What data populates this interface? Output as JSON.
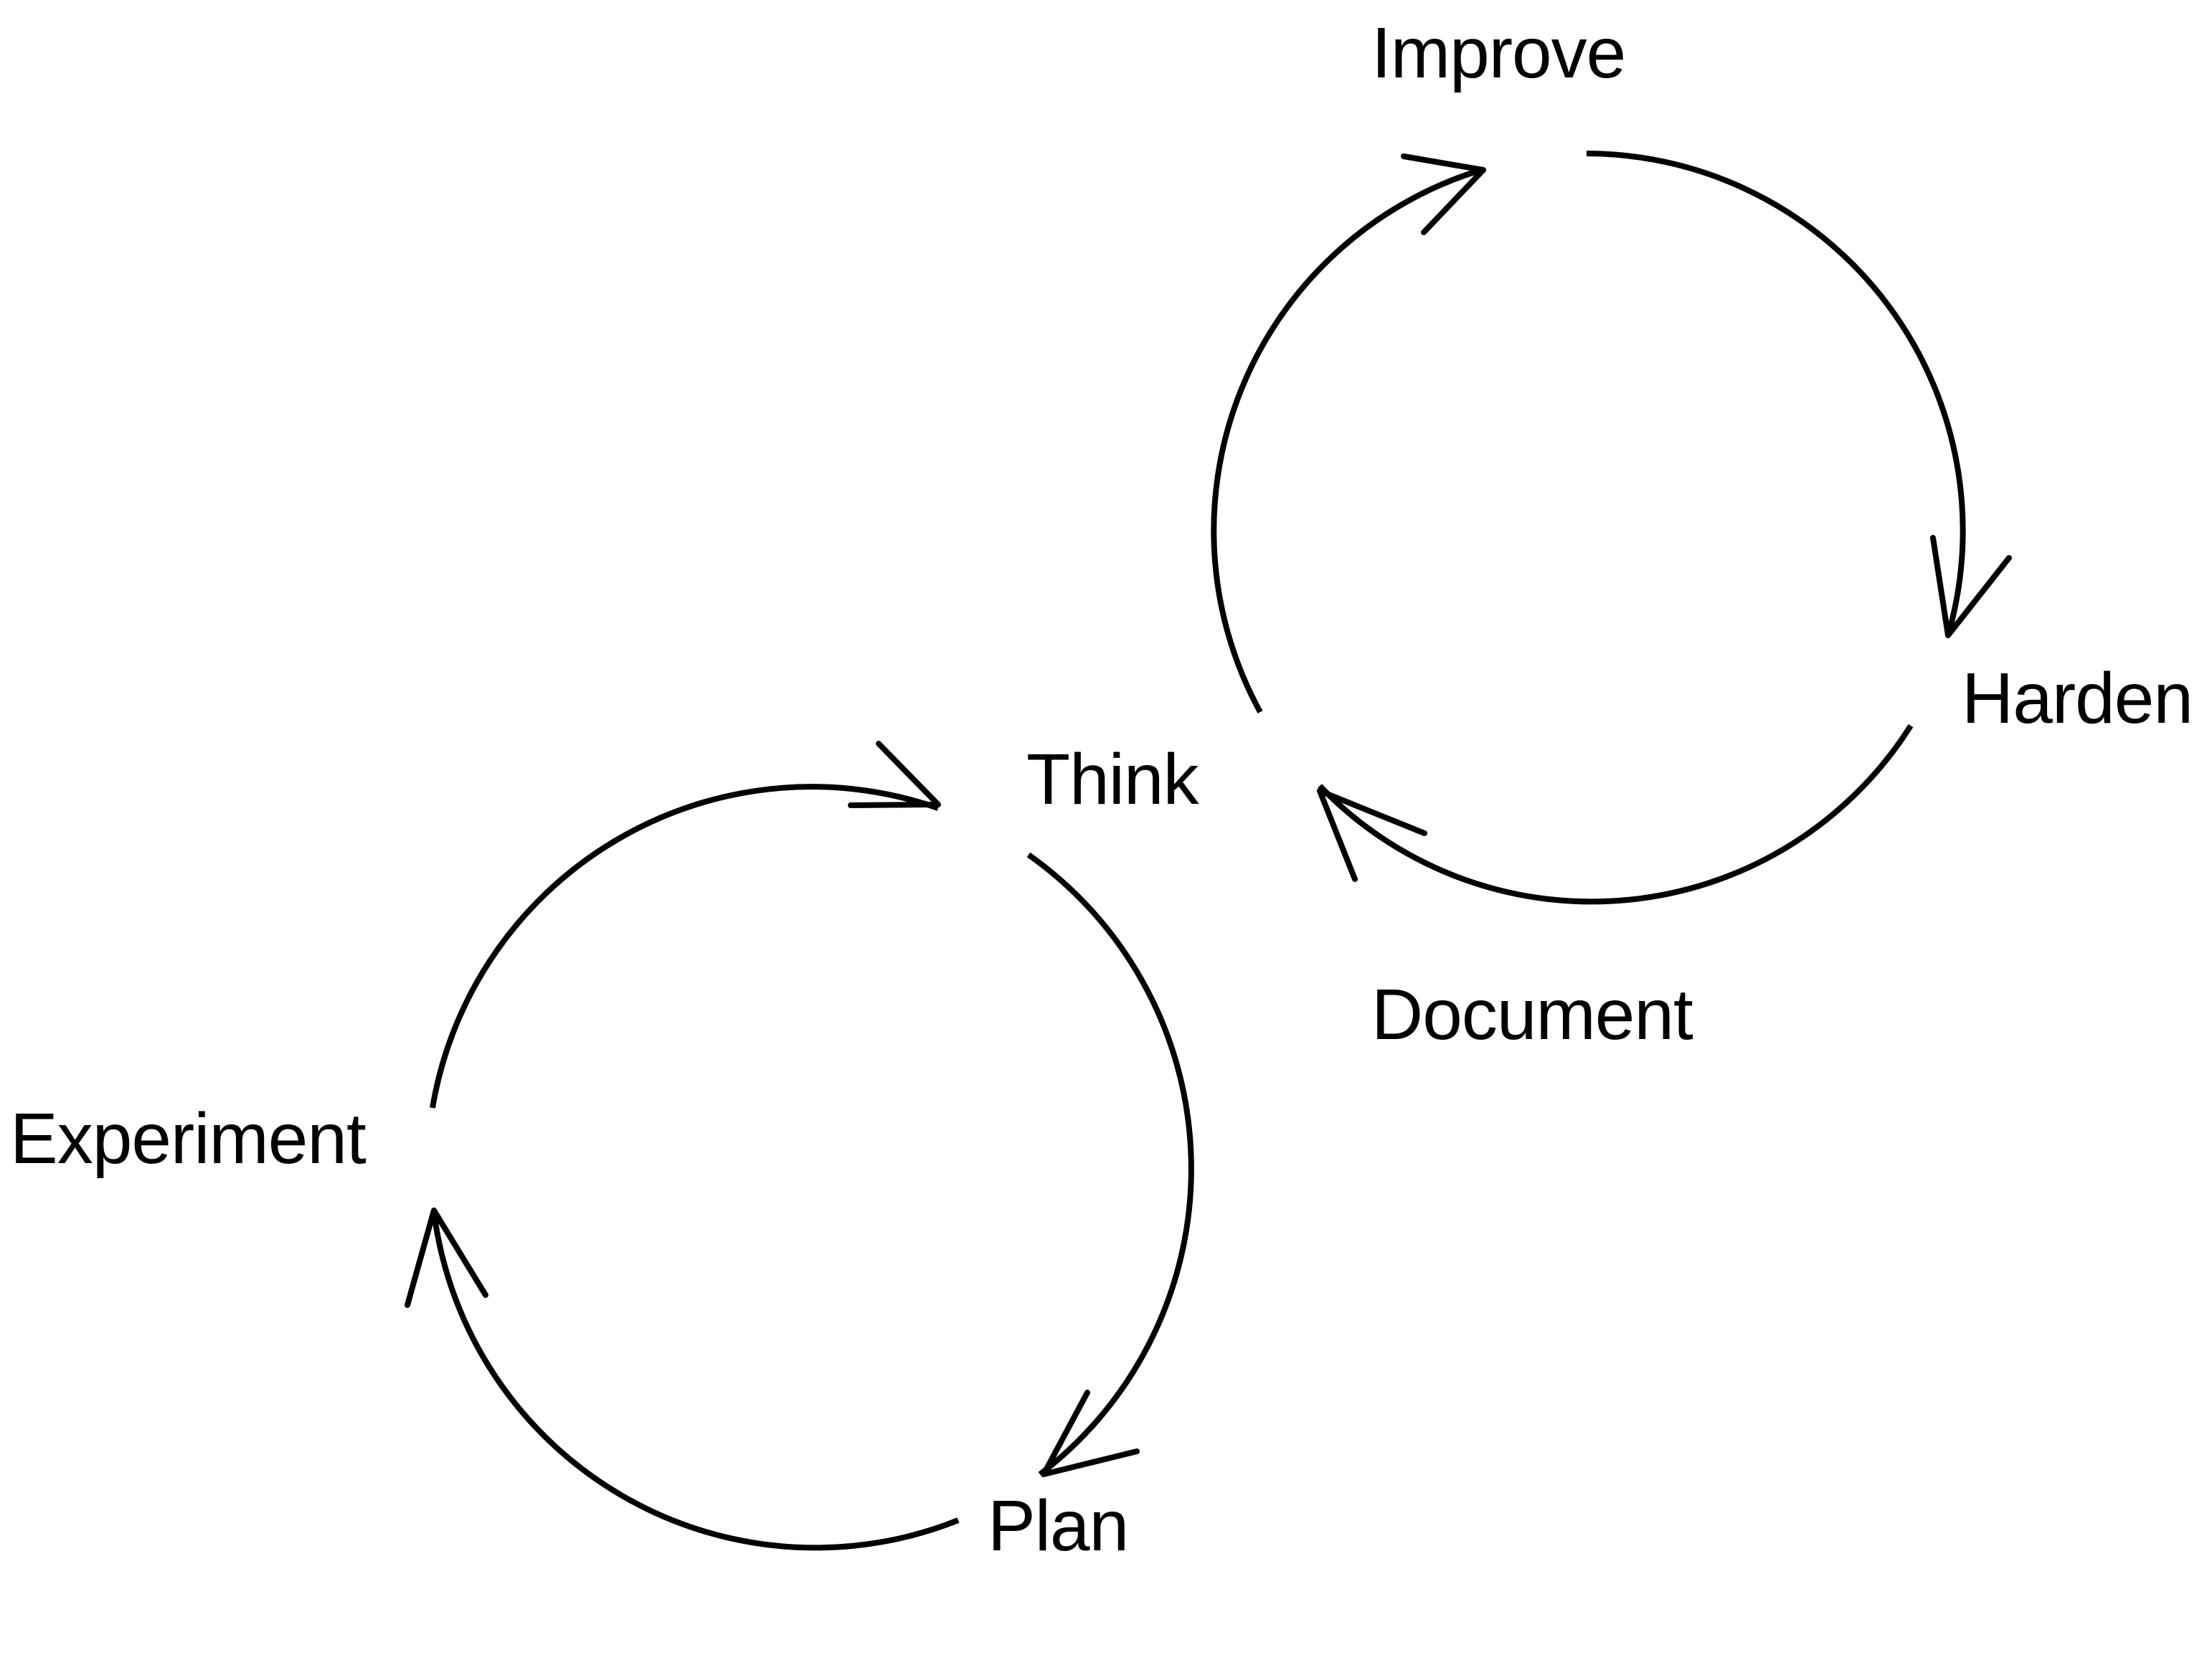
{
  "diagram": {
    "type": "double-loop cycle diagram",
    "stroke_color": "#000000",
    "background": "#ffffff",
    "hub": {
      "label": "Think"
    },
    "upper_loop": {
      "direction": "clockwise",
      "nodes": [
        {
          "id": "improve",
          "label": "Improve"
        },
        {
          "id": "harden",
          "label": "Harden"
        },
        {
          "id": "document",
          "label": "Document"
        }
      ],
      "edges": [
        {
          "from": "Think",
          "to": "Improve"
        },
        {
          "from": "Improve",
          "to": "Harden"
        },
        {
          "from": "Harden",
          "to": "Think"
        }
      ]
    },
    "lower_loop": {
      "direction": "clockwise",
      "nodes": [
        {
          "id": "plan",
          "label": "Plan"
        },
        {
          "id": "experiment",
          "label": "Experiment"
        }
      ],
      "edges": [
        {
          "from": "Think",
          "to": "Plan"
        },
        {
          "from": "Plan",
          "to": "Experiment"
        },
        {
          "from": "Experiment",
          "to": "Think"
        }
      ]
    }
  }
}
